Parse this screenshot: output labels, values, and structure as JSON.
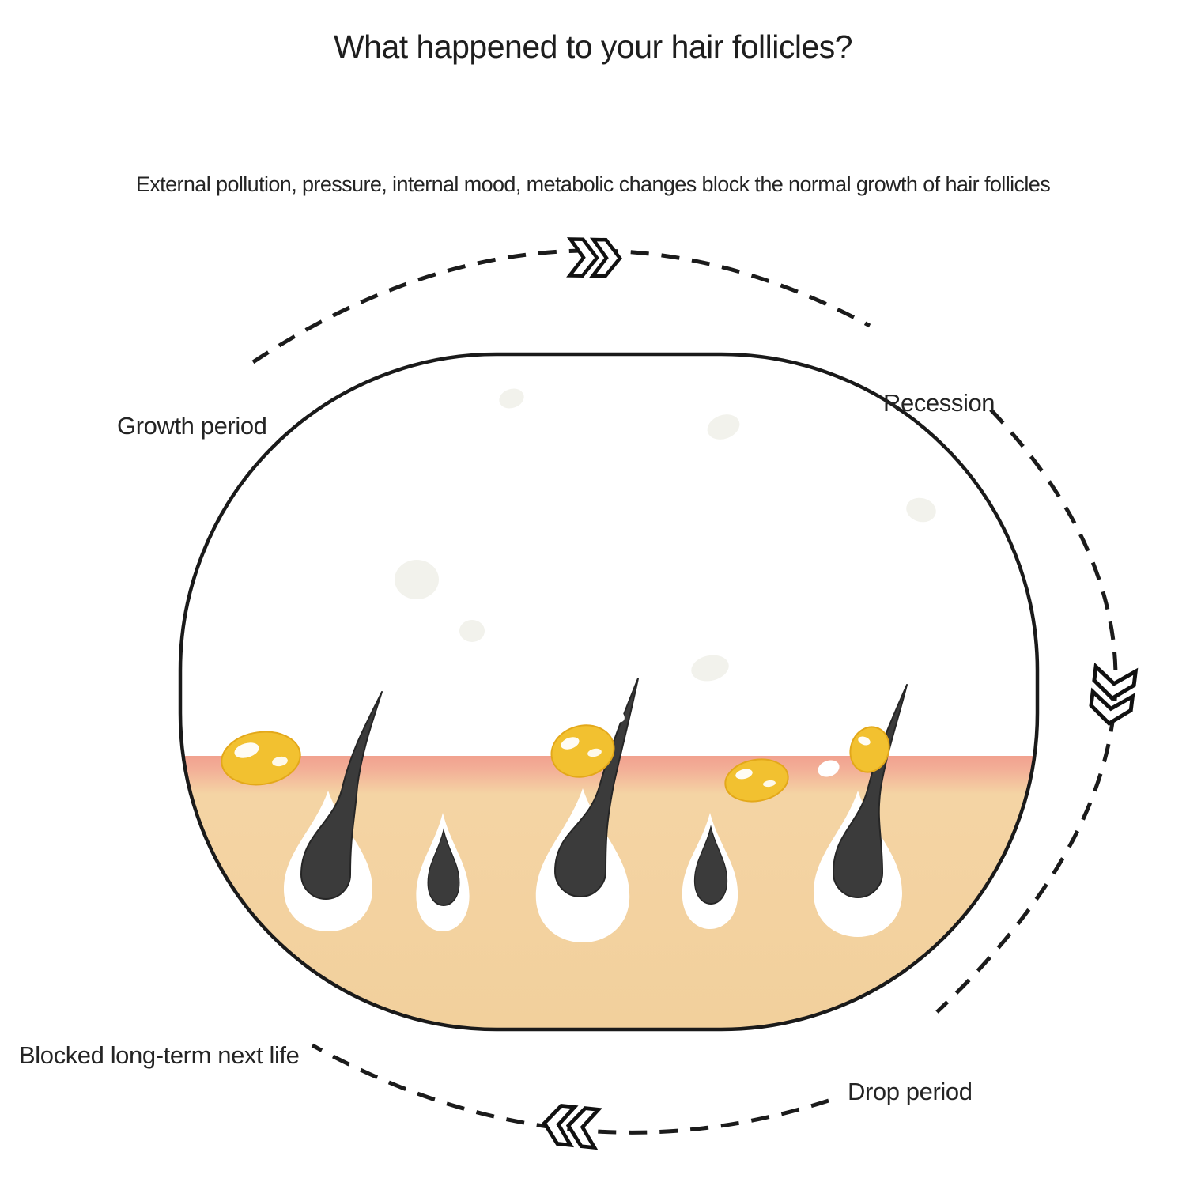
{
  "title": "What happened to your hair follicles?",
  "subtitle": "External pollution, pressure, internal mood, metabolic changes block the normal growth of hair follicles",
  "cycle_labels": {
    "growth": "Growth period",
    "recession": "Recession",
    "drop": "Drop period",
    "blocked": "Blocked long-term next life"
  },
  "icons": {
    "top_arrow": "double-chevron-right-icon",
    "right_arrow": "double-chevron-down-icon",
    "bottom_arrow": "double-chevron-left-icon"
  },
  "colors": {
    "background": "#ffffff",
    "line": "#1b1b1b",
    "skin_surface_pink": "#f1a18f",
    "skin_tan": "#f3d4a2",
    "hair_dark": "#3b3b3b",
    "hair_outline": "#262626",
    "sebum_yellow": "#f2c130",
    "sebum_edge": "#e3a81a",
    "follicle_pocket": "#ffffff",
    "speck": "#f2f2ec"
  }
}
